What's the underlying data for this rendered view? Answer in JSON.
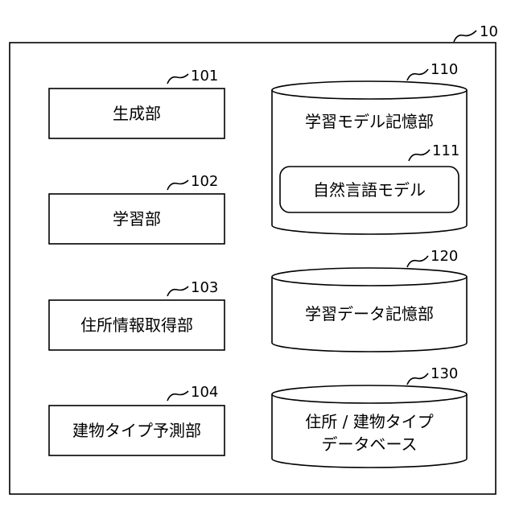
{
  "system": {
    "ref": "10"
  },
  "units": [
    {
      "ref": "101",
      "label": "生成部"
    },
    {
      "ref": "102",
      "label": "学習部"
    },
    {
      "ref": "103",
      "label": "住所情報取得部"
    },
    {
      "ref": "104",
      "label": "建物タイプ予測部"
    }
  ],
  "stores": [
    {
      "ref": "110",
      "label": "学習モデル記憶部"
    },
    {
      "ref": "120",
      "label": "学習データ記憶部"
    },
    {
      "ref": "130",
      "label_line1": "住所 / 建物タイプ",
      "label_line2": "データベース"
    }
  ],
  "model": {
    "ref": "111",
    "label": "自然言語モデル"
  }
}
